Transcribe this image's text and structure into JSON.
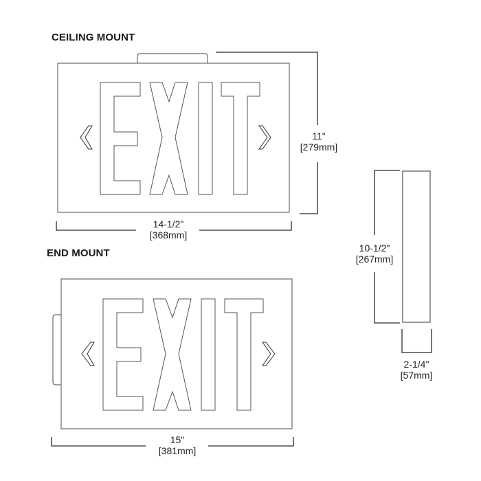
{
  "ceiling_mount": {
    "title": "CEILING MOUNT",
    "sign_text": "EXIT",
    "height_inch": "11\"",
    "height_mm": "[279mm]",
    "width_inch": "14-1/2\"",
    "width_mm": "[368mm]"
  },
  "end_mount": {
    "title": "END MOUNT",
    "sign_text": "EXIT",
    "width_inch": "15\"",
    "width_mm": "[381mm]"
  },
  "side_view": {
    "height_inch": "10-1/2\"",
    "height_mm": "[267mm]",
    "depth_inch": "2-1/4\"",
    "depth_mm": "[57mm]"
  },
  "colors": {
    "outline": "#6a6a6a",
    "dimension_line": "#2a2a2a",
    "text": "#1a1a1a"
  }
}
